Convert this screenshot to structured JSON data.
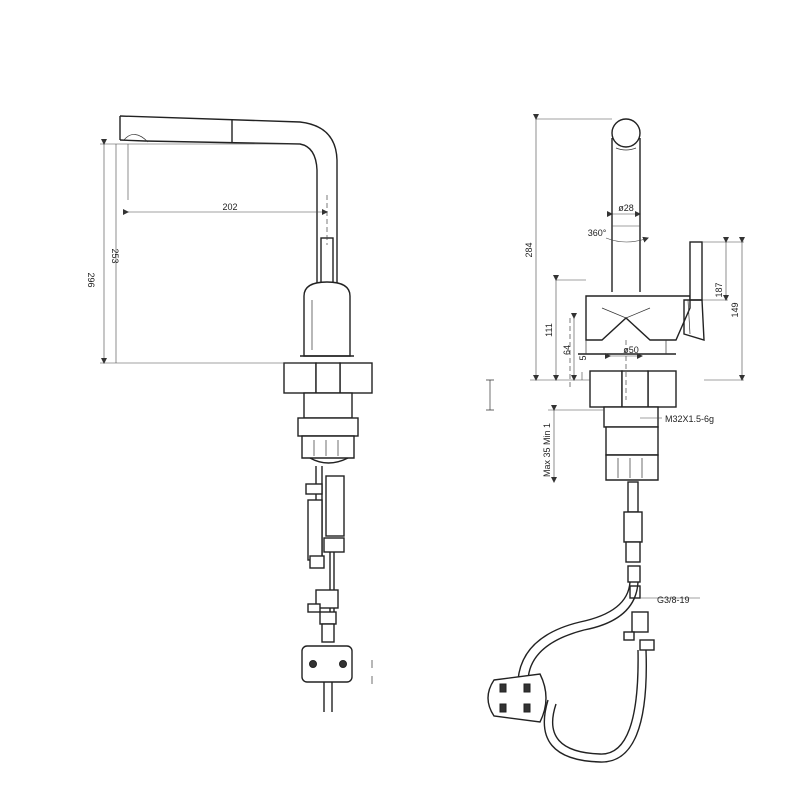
{
  "left_view": {
    "dim_reach": "202",
    "dim_spout_height": "253",
    "dim_total_height": "296"
  },
  "right_view": {
    "dim_height": "284",
    "dim_body_height": "111",
    "dim_lever_top": "187",
    "dim_lever_full": "149",
    "dim_base_64": "64",
    "dim_base_5": "5",
    "dia_spout": "ø28",
    "dia_base": "ø50",
    "rotation": "360°",
    "thread_main": "M32X1.5-6g",
    "max_thickness": "Max 35 Min 1",
    "thread_hose": "G3/8-19"
  },
  "colors": {
    "line": "#222222",
    "background": "#ffffff"
  }
}
